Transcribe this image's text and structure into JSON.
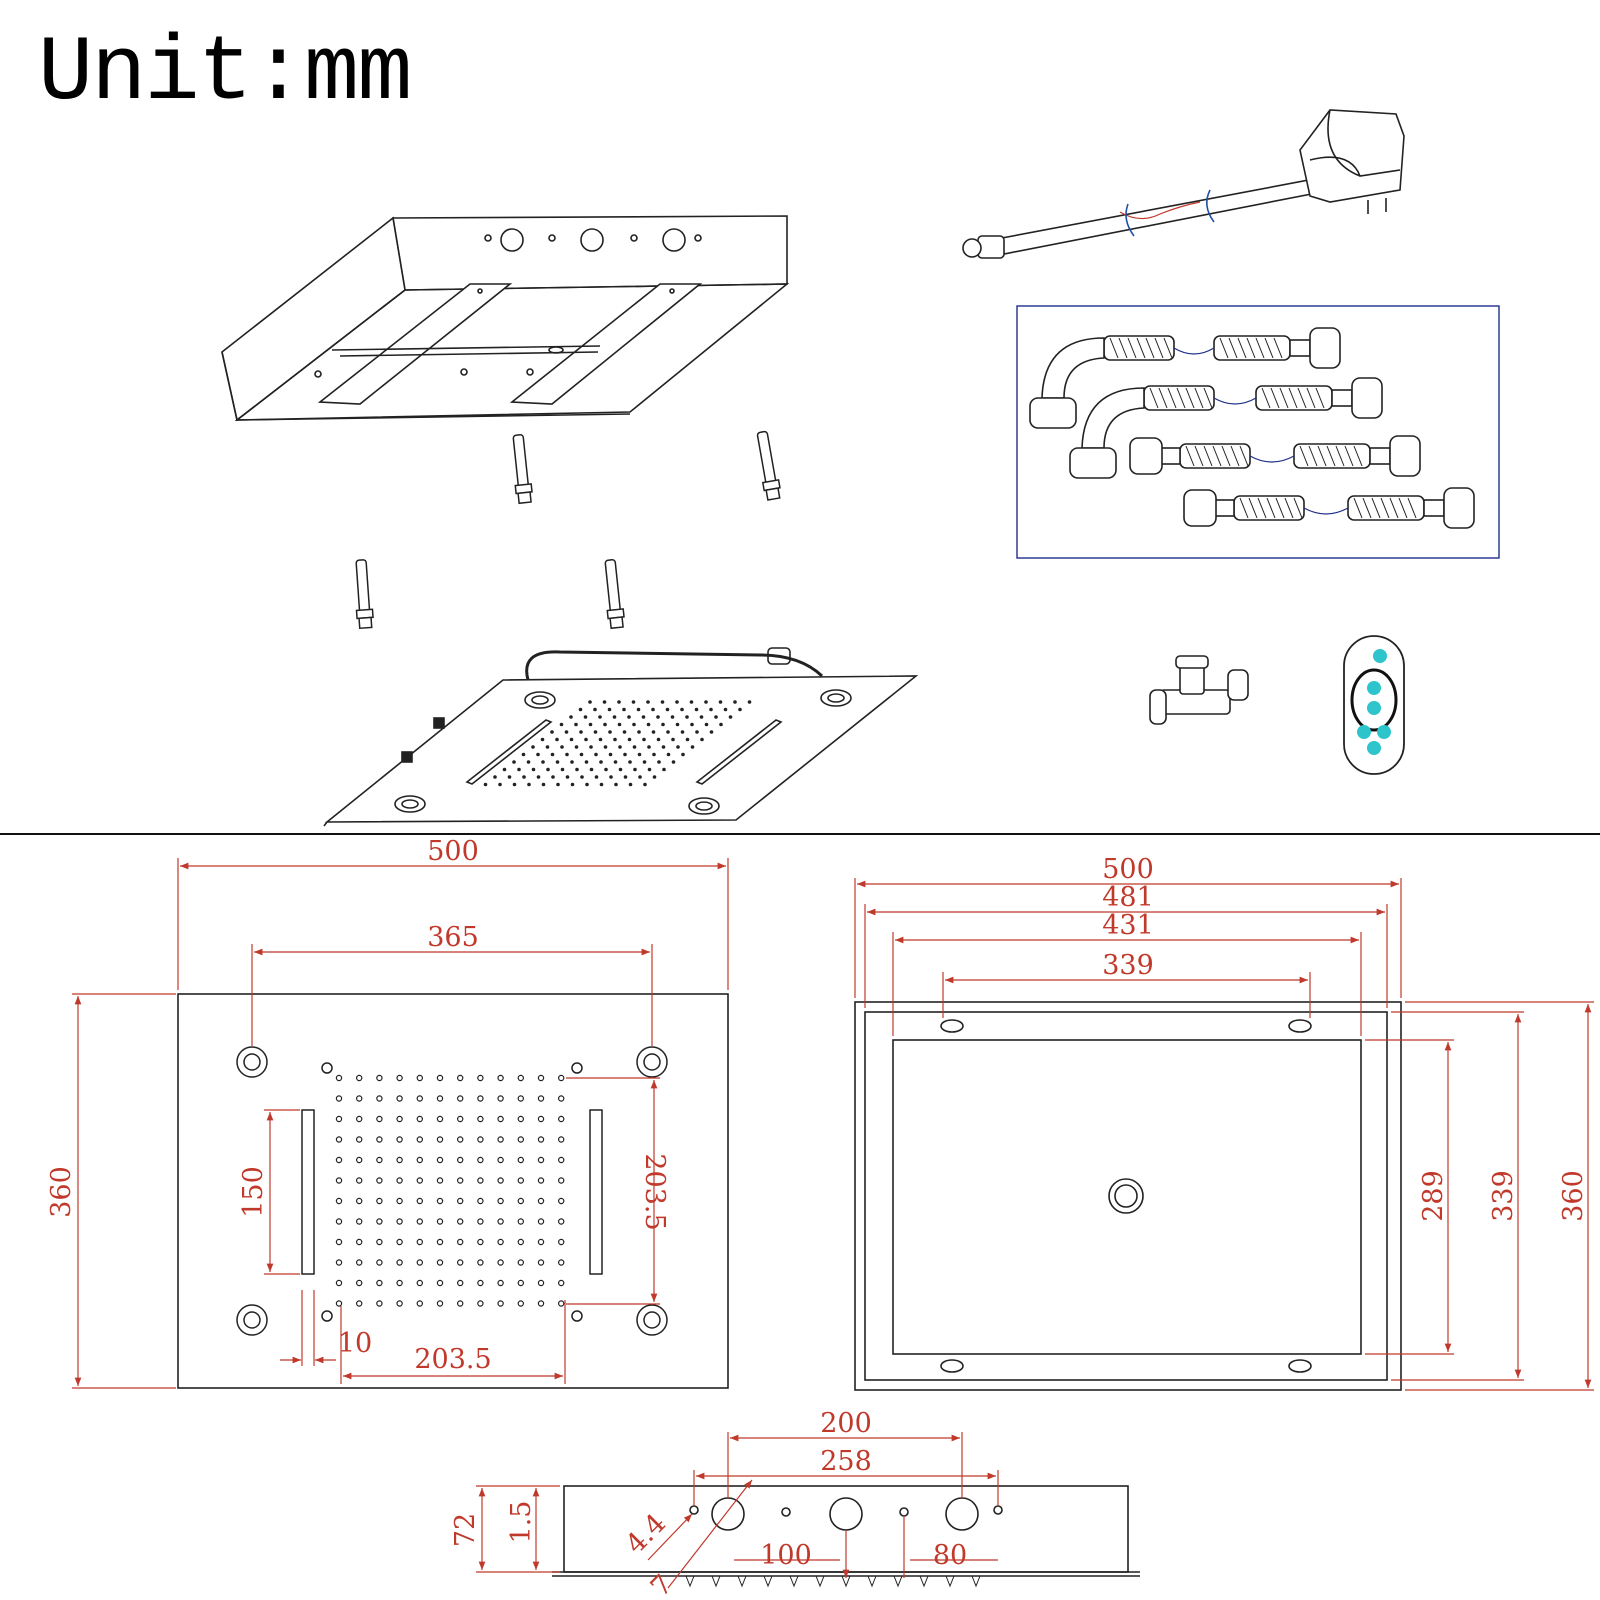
{
  "title": "Unit:mm",
  "front_view": {
    "width": "500",
    "hole_spacing": "365",
    "height": "360",
    "led_strip_length": "150",
    "right_spacing": "203.5",
    "bottom_spacing": "203.5",
    "offset": "10"
  },
  "rear_view": {
    "width_outer": "500",
    "width_frame": "481",
    "width_inner": "431",
    "slot_spacing": "339",
    "height_inner": "289",
    "height_frame": "339",
    "height_outer": "360"
  },
  "side_view": {
    "outlet_span": "200",
    "hole_span": "258",
    "height": "72",
    "lip": "1.5",
    "small_hole": "4.4",
    "large_hole": "7",
    "spacing_a": "100",
    "spacing_b": "80"
  }
}
